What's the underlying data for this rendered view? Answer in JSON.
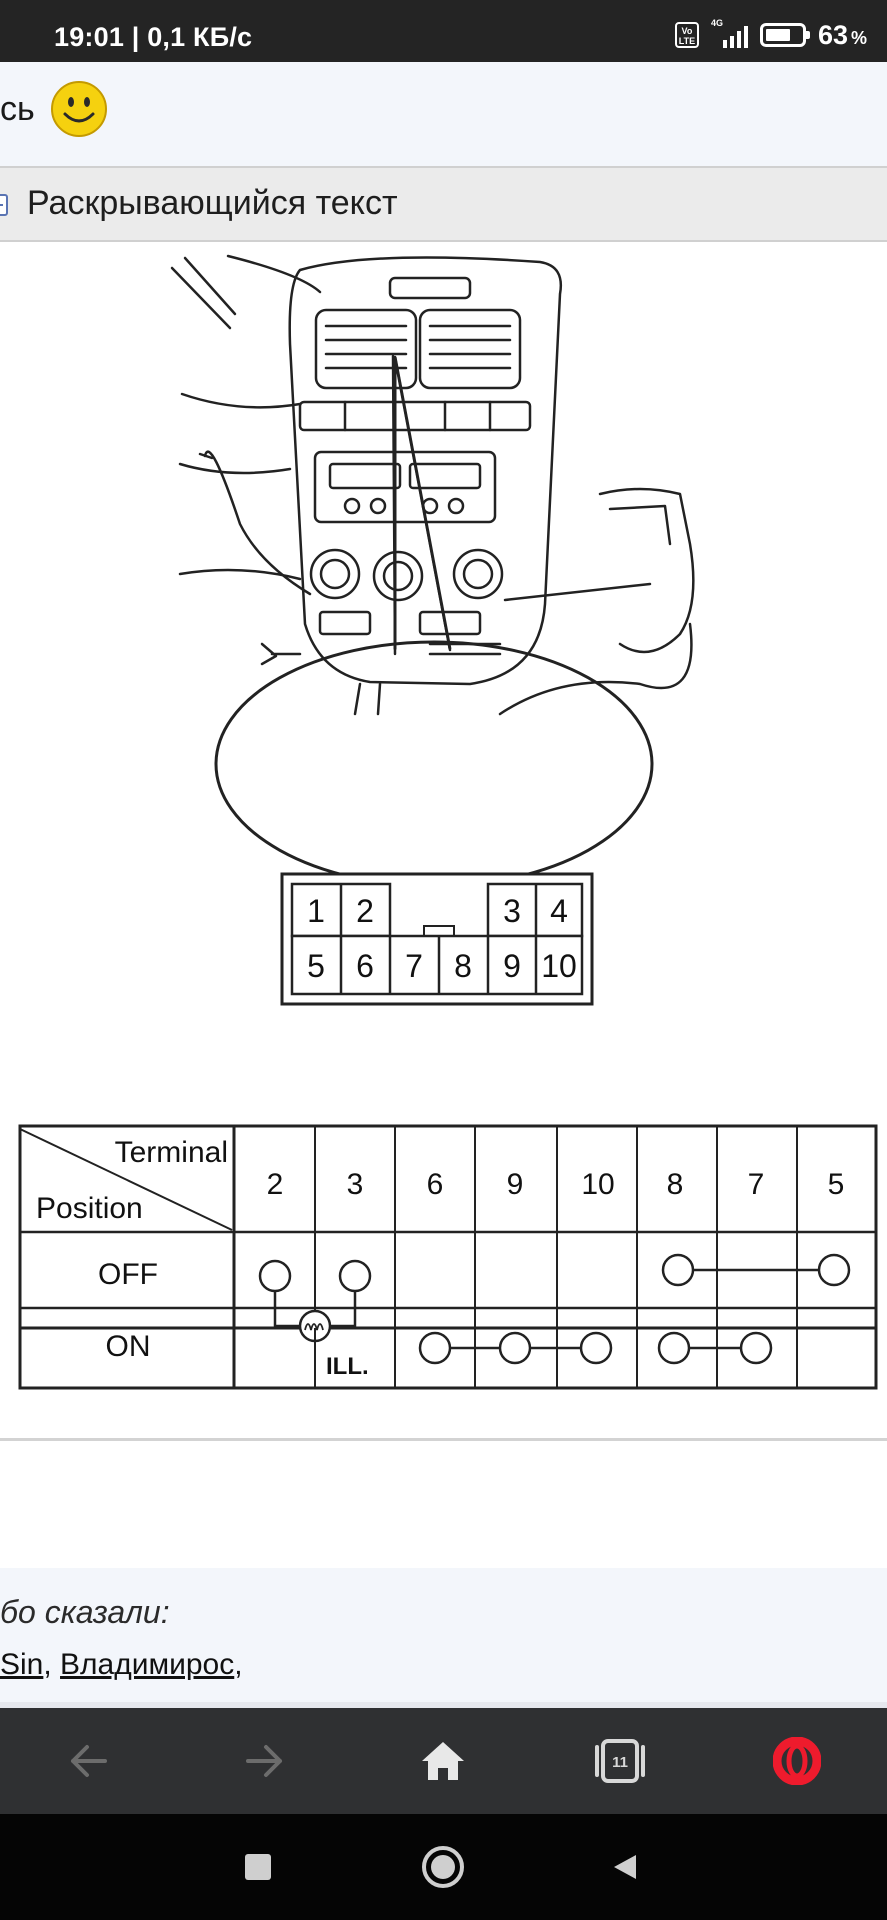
{
  "status_bar": {
    "time_and_speed": "19:01 | 0,1 КБ/с",
    "volte": "Vo LTE",
    "network": "4G",
    "battery_percent": "63",
    "battery_unit": "%",
    "battery_level": 0.63
  },
  "post": {
    "top_text": "сь",
    "smiley_icon": "smiley-face-icon",
    "spoiler": {
      "toggle_icon": "collapse-minus-icon",
      "label": "Раскрывающийся текст"
    },
    "diagram": {
      "connector_pins_top": [
        "1",
        "2",
        "3",
        "4"
      ],
      "connector_pins_bottom": [
        "5",
        "6",
        "7",
        "8",
        "9",
        "10"
      ],
      "table": {
        "corner_top": "Terminal",
        "corner_bottom": "Position",
        "terminals": [
          "2",
          "3",
          "6",
          "9",
          "10",
          "8",
          "7",
          "5"
        ],
        "rows": [
          {
            "position": "OFF",
            "connections": [
              [
                "8",
                "5"
              ]
            ]
          },
          {
            "position": "ON",
            "connections": [
              [
                "6",
                "9",
                "10"
              ],
              [
                "8",
                "7"
              ]
            ]
          }
        ],
        "lamp_label": "ILL."
      }
    },
    "thanks": {
      "label": "бо сказали:",
      "users": [
        "Sin",
        "Владимирос"
      ]
    }
  },
  "browser_nav": {
    "back_icon": "back-arrow-icon",
    "forward_icon": "forward-arrow-icon",
    "home_icon": "home-icon",
    "tabs_icon": "tabs-icon",
    "tabs_count": "11",
    "menu_icon": "opera-logo-icon"
  },
  "system_nav": {
    "recents_icon": "square-recents-icon",
    "home_icon": "circle-home-icon",
    "back_icon": "triangle-back-icon"
  }
}
